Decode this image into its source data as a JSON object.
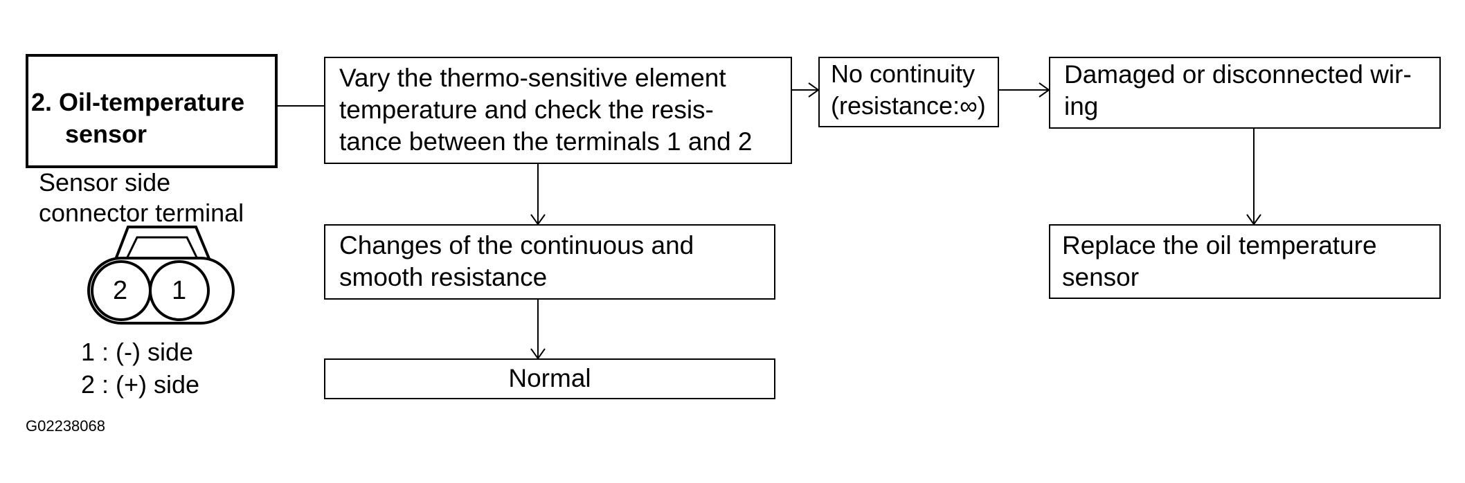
{
  "title": {
    "line1": "2. Oil-temperature",
    "line2": "sensor"
  },
  "connector": {
    "caption_line1": "Sensor side",
    "caption_line2": "connector terminal",
    "pin_left": "2",
    "pin_right": "1",
    "legend_line1": "1 : (-) side",
    "legend_line2": "2 : (+) side"
  },
  "steps": {
    "check": {
      "line1": "Vary the thermo-sensitive element",
      "line2": "temperature and check the resis-",
      "line3": "tance between the terminals 1 and 2"
    },
    "no_continuity": {
      "line1": "No continuity",
      "line2": "(resistance:∞)"
    },
    "damaged": {
      "line1": "Damaged or disconnected wir-",
      "line2": "ing"
    },
    "replace": {
      "line1": "Replace the oil temperature",
      "line2": "sensor"
    },
    "changes": {
      "line1": "Changes of the continuous and",
      "line2": "smooth resistance"
    },
    "normal": {
      "label": "Normal"
    }
  },
  "figure_code": "G02238068"
}
